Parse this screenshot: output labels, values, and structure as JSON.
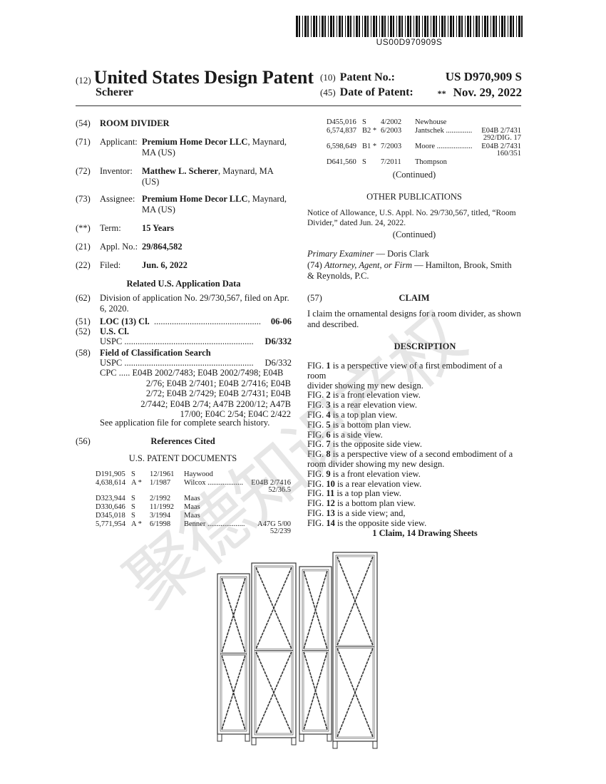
{
  "barcode_number": "US00D970909S",
  "header": {
    "code12": "(12)",
    "title": "United States Design Patent",
    "inventor_surname": "Scherer",
    "code10": "(10)",
    "patent_no_label": "Patent No.:",
    "patent_no": "US D970,909 S",
    "code45": "(45)",
    "date_label": "Date of Patent:",
    "date_star": "**",
    "date": "Nov. 29, 2022"
  },
  "left": {
    "f54": {
      "code": "(54)",
      "title": "ROOM DIVIDER"
    },
    "f71": {
      "code": "(71)",
      "label": "Applicant:",
      "name": "Premium Home Decor LLC",
      "rest": ", Maynard,",
      "line2": "MA (US)"
    },
    "f72": {
      "code": "(72)",
      "label": "Inventor:",
      "name": "Matthew L. Scherer",
      "rest": ", Maynard, MA",
      "line2": "(US)"
    },
    "f73": {
      "code": "(73)",
      "label": "Assignee:",
      "name": "Premium Home Decor LLC",
      "rest": ", Maynard,",
      "line2": "MA (US)"
    },
    "term": {
      "code": "(**)",
      "label": "Term:",
      "value": "15 Years"
    },
    "f21": {
      "code": "(21)",
      "label": "Appl. No.:",
      "value": "29/864,582"
    },
    "f22": {
      "code": "(22)",
      "label": "Filed:",
      "value": "Jun. 6, 2022"
    },
    "related_heading": "Related U.S. Application Data",
    "f62": {
      "code": "(62)",
      "line1": "Division of application No. 29/730,567, filed on Apr.",
      "line2": "6, 2020."
    },
    "f51": {
      "code": "(51)",
      "label": "LOC (13) Cl.",
      "dots": "................................................",
      "value": "06-06"
    },
    "f52": {
      "code": "(52)",
      "label": "U.S. Cl.",
      "sub": "USPC",
      "dots": "..........................................................",
      "value": "D6/332"
    },
    "f58": {
      "code": "(58)",
      "label": "Field of Classification Search",
      "sub": "USPC",
      "dots": "..........................................................",
      "value": "D6/332",
      "cpc_lines": [
        "CPC ..... E04B 2002/7483; E04B 2002/7498; E04B",
        "2/76; E04B 2/7401; E04B 2/7416; E04B",
        "2/72; E04B 2/7429; E04B 2/7431; E04B",
        "2/7442; E04B 2/74; A47B 2200/12; A47B",
        "17/00; E04C 2/54; E04C 2/422"
      ],
      "note": "See application file for complete search history."
    },
    "f56": {
      "code": "(56)",
      "heading": "References Cited"
    },
    "us_docs_heading": "U.S. PATENT DOCUMENTS",
    "refs": [
      {
        "num": "D191,905",
        "kind": "S",
        "date": "12/1961",
        "name": "Haywood",
        "cls": "",
        "cls2": ""
      },
      {
        "num": "4,638,614",
        "kind": "A  *",
        "date": "1/1987",
        "name": "Wilcox ...................",
        "cls": "E04B 2/7416",
        "cls2": "52/36.5"
      },
      {
        "num": "D323,944",
        "kind": "S",
        "date": "2/1992",
        "name": "Maas",
        "cls": "",
        "cls2": ""
      },
      {
        "num": "D330,646",
        "kind": "S",
        "date": "11/1992",
        "name": "Maas",
        "cls": "",
        "cls2": ""
      },
      {
        "num": "D345,018",
        "kind": "S",
        "date": "3/1994",
        "name": "Maas",
        "cls": "",
        "cls2": ""
      },
      {
        "num": "5,771,954",
        "kind": "A  *",
        "date": "6/1998",
        "name": "Benner ....................",
        "cls": "A47G 5/00",
        "cls2": "52/239"
      }
    ]
  },
  "right": {
    "refs": [
      {
        "num": "D455,016",
        "kind": "S",
        "date": "4/2002",
        "name": "Newhouse",
        "cls": "",
        "cls2": ""
      },
      {
        "num": "6,574,837",
        "kind": "B2 *",
        "date": "6/2003",
        "name": "Jantschek ..............",
        "cls": "E04B 2/7431",
        "cls2": "292/DIG. 17"
      },
      {
        "num": "6,598,649",
        "kind": "B1 *",
        "date": "7/2003",
        "name": "Moore ...................",
        "cls": "E04B 2/7431",
        "cls2": "160/351"
      },
      {
        "num": "D641,560",
        "kind": "S",
        "date": "7/2011",
        "name": "Thompson",
        "cls": "",
        "cls2": ""
      }
    ],
    "continued1": "(Continued)",
    "other_pubs_heading": "OTHER PUBLICATIONS",
    "other_pubs_line1": "Notice of Allowance, U.S. Appl. No. 29/730,567, titled, “Room",
    "other_pubs_line2": "Divider,” dated Jun. 24, 2022.",
    "continued2": "(Continued)",
    "examiner_label": "Primary Examiner",
    "examiner": " — Doris Clark",
    "attorney_code": "(74)",
    "attorney_label": "Attorney, Agent, or Firm",
    "attorney_line1": " — Hamilton, Brook, Smith",
    "attorney_line2": "& Reynolds, P.C.",
    "claim_code": "(57)",
    "claim_heading": "CLAIM",
    "claim_line1": "I claim the ornamental designs for a room divider, as shown",
    "claim_line2": "and described.",
    "description_heading": "DESCRIPTION",
    "desc_lines": [
      {
        "pre": "FIG. ",
        "num": "1",
        "post": " is a perspective view of a first embodiment of a room"
      },
      {
        "pre": "",
        "num": "",
        "post": "divider showing my new design."
      },
      {
        "pre": "FIG. ",
        "num": "2",
        "post": " is a front elevation view."
      },
      {
        "pre": "FIG. ",
        "num": "3",
        "post": " is a rear elevation view."
      },
      {
        "pre": "FIG. ",
        "num": "4",
        "post": " is a top plan view."
      },
      {
        "pre": "FIG. ",
        "num": "5",
        "post": " is a bottom plan view."
      },
      {
        "pre": "FIG. ",
        "num": "6",
        "post": " is a side view."
      },
      {
        "pre": "FIG. ",
        "num": "7",
        "post": " is the opposite side view."
      },
      {
        "pre": "FIG. ",
        "num": "8",
        "post": " is a perspective view of a second embodiment of a"
      },
      {
        "pre": "",
        "num": "",
        "post": "room divider showing my new design."
      },
      {
        "pre": "FIG. ",
        "num": "9",
        "post": " is a front elevation view."
      },
      {
        "pre": "FIG. ",
        "num": "10",
        "post": " is a rear elevation view."
      },
      {
        "pre": "FIG. ",
        "num": "11",
        "post": " is a top plan view."
      },
      {
        "pre": "FIG. ",
        "num": "12",
        "post": " is a bottom plan view."
      },
      {
        "pre": "FIG. ",
        "num": "13",
        "post": " is a side view; and,"
      },
      {
        "pre": "FIG. ",
        "num": "14",
        "post": " is the opposite side view."
      }
    ],
    "sheets": "1 Claim, 14 Drawing Sheets"
  },
  "watermark": "聚德知识产权"
}
